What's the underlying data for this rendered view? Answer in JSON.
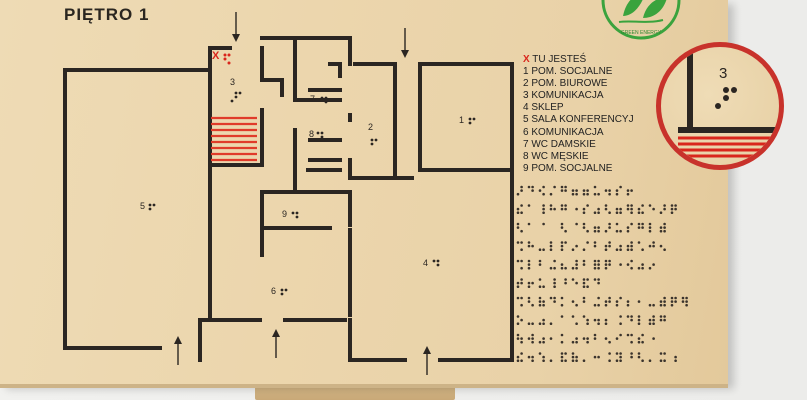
{
  "sign": {
    "title": "PIĘTRO 1",
    "logo_text": "GREEN ENERGY",
    "you_are_here_marker": "X",
    "room_numbers": [
      "1",
      "2",
      "3",
      "4",
      "5",
      "6",
      "7",
      "8",
      "9"
    ],
    "zoom_room_number": "3"
  },
  "legend": [
    {
      "key": "X",
      "label": "TU JESTEŚ",
      "color": "#d9261c"
    },
    {
      "key": "1",
      "label": "POM. SOCJALNE"
    },
    {
      "key": "2",
      "label": "POM. BIUROWE"
    },
    {
      "key": "3",
      "label": "KOMUNIKACJA"
    },
    {
      "key": "4",
      "label": "SKLEP"
    },
    {
      "key": "5",
      "label": "SALA KONFERENCYJ"
    },
    {
      "key": "6",
      "label": "KOMUNIKACJA"
    },
    {
      "key": "7",
      "label": "WC DAMSKIE"
    },
    {
      "key": "8",
      "label": "WC MĘSKIE"
    },
    {
      "key": "9",
      "label": "POM. SOCJALNE"
    }
  ],
  "colors": {
    "accent_red": "#d9261c",
    "logo_green": "#3aa33d",
    "wood": "#ecd6ad"
  }
}
